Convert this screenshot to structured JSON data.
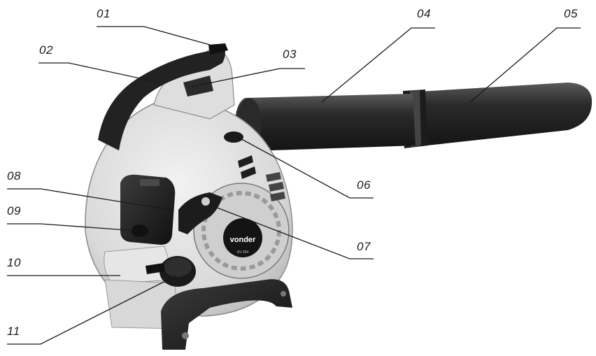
{
  "diagram": {
    "brand_label": "vonder",
    "model_label": "SV 254",
    "callouts": [
      {
        "number": "01"
      },
      {
        "number": "02"
      },
      {
        "number": "03"
      },
      {
        "number": "04"
      },
      {
        "number": "05"
      },
      {
        "number": "06"
      },
      {
        "number": "07"
      },
      {
        "number": "08"
      },
      {
        "number": "09"
      },
      {
        "number": "10"
      },
      {
        "number": "11"
      }
    ]
  }
}
